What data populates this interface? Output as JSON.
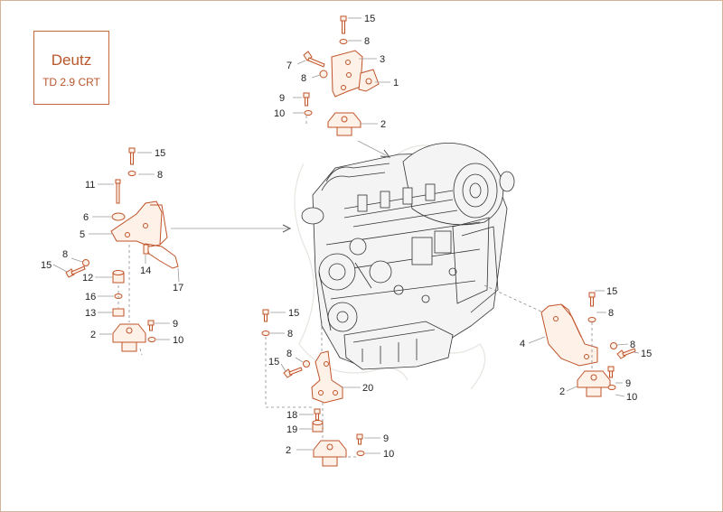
{
  "title_box": {
    "brand": "Deutz",
    "model": "TD 2.9 CRT"
  },
  "callouts": {
    "top": [
      "15",
      "8",
      "7",
      "8",
      "3",
      "1",
      "9",
      "10",
      "2"
    ],
    "left": [
      "15",
      "8",
      "11",
      "6",
      "5",
      "8",
      "15",
      "14",
      "12",
      "17",
      "16",
      "13",
      "2",
      "9",
      "10"
    ],
    "middle": [
      "15",
      "8",
      "8",
      "15",
      "20",
      "18",
      "19",
      "9",
      "2",
      "10"
    ],
    "right": [
      "15",
      "8",
      "4",
      "8",
      "15",
      "9",
      "2",
      "10"
    ]
  },
  "colors": {
    "accent": "#c0532a",
    "title": "#b8562a",
    "frame": "#d2b49c"
  }
}
